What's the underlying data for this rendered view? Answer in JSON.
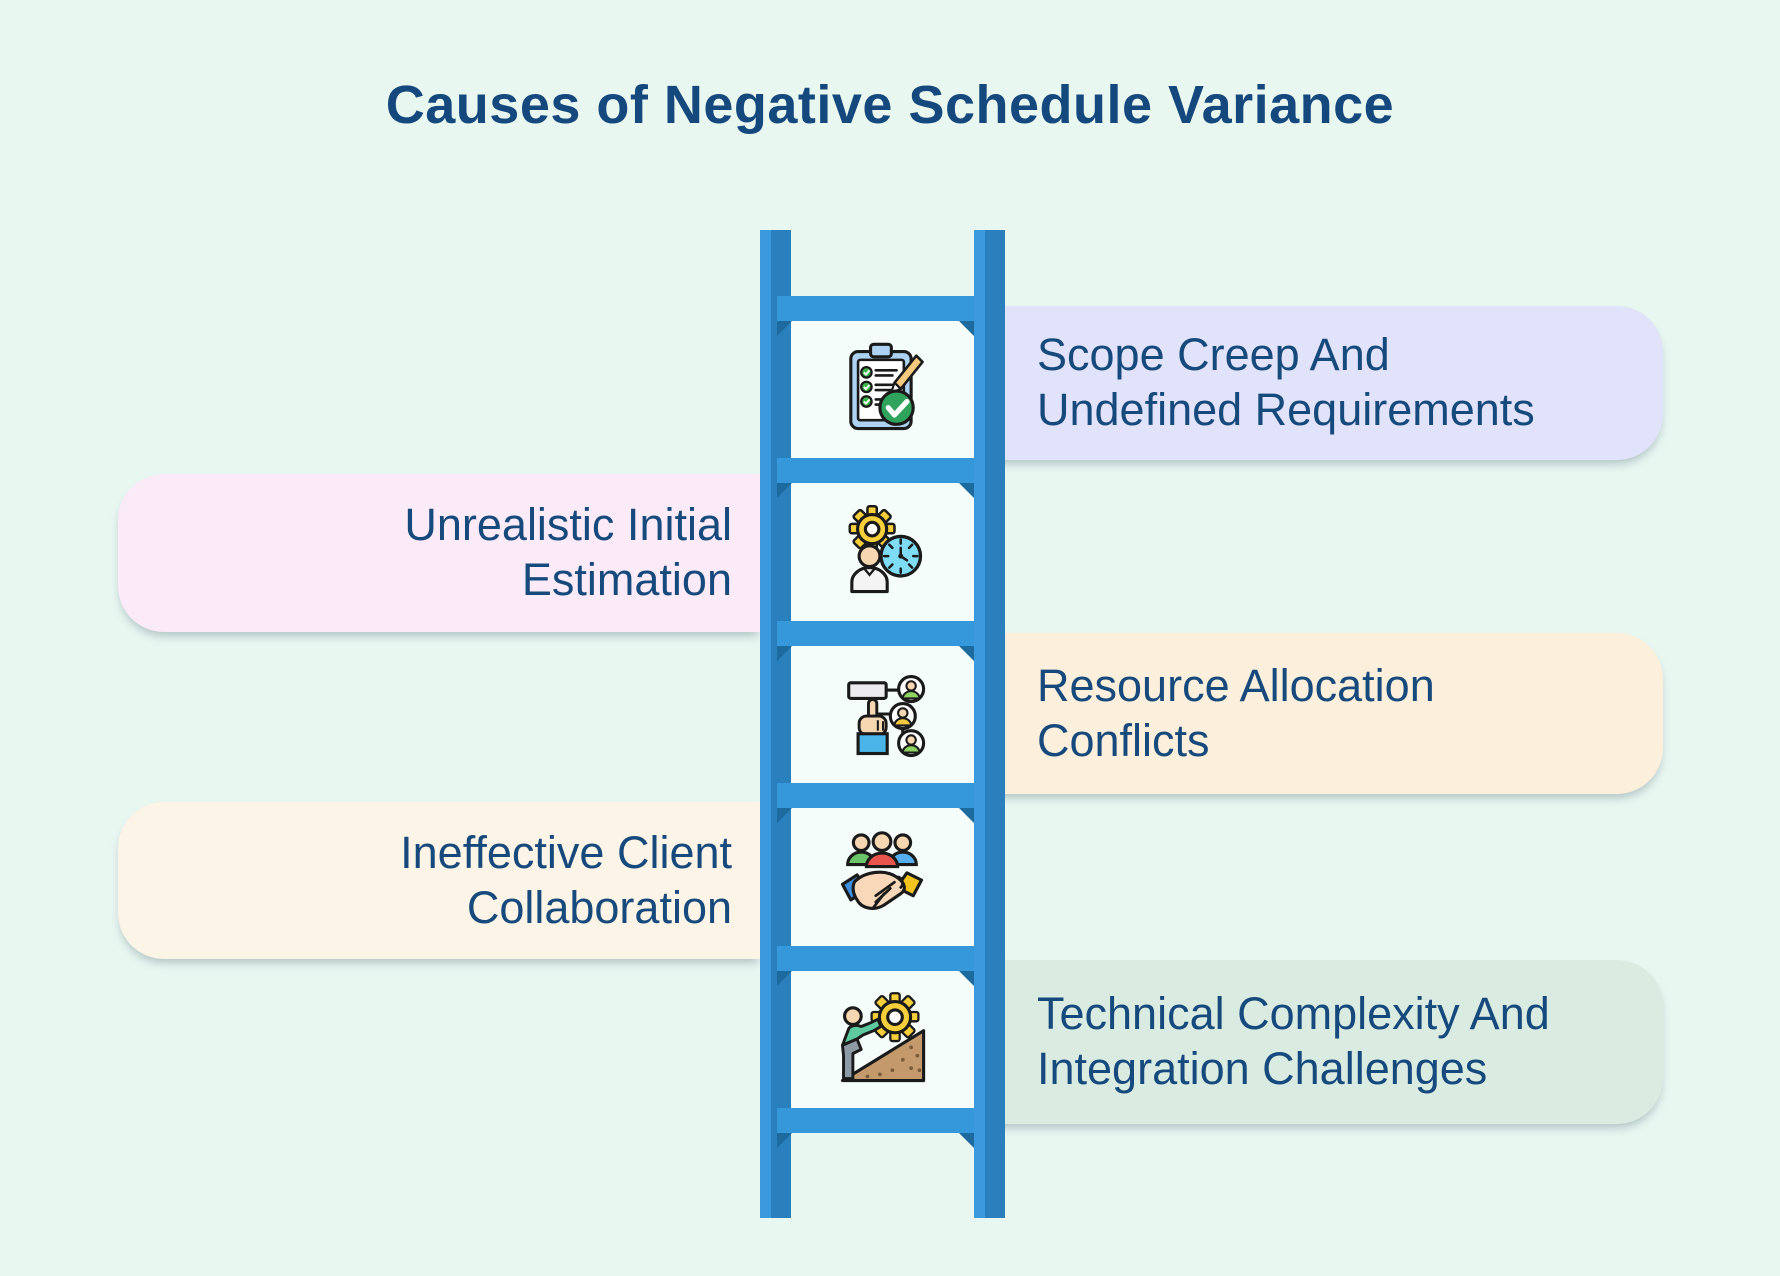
{
  "title": "Causes of Negative Schedule Variance",
  "colors": {
    "page_background": "#e9f7f1",
    "ladder_blue": "#3498db",
    "ladder_blue_dark": "#2a7fbd",
    "ladder_rung_shadow": "#1d6a9f",
    "ladder_cell_background": "#f4fdf9",
    "text": "#174a7c"
  },
  "cards": [
    {
      "line1": "Scope Creep And",
      "line2": "Undefined Requirements",
      "side": "right",
      "bg": "#e1e3fa",
      "icon": "checklist-clipboard-icon"
    },
    {
      "line1": "Unrealistic Initial",
      "line2": "Estimation",
      "side": "left",
      "bg": "#fbeaf8",
      "icon": "person-gear-clock-icon"
    },
    {
      "line1": "Resource Allocation",
      "line2": "Conflicts",
      "side": "right",
      "bg": "#fcefdc",
      "icon": "resource-allocation-hand-icon"
    },
    {
      "line1": "Ineffective Client",
      "line2": "Collaboration",
      "side": "left",
      "bg": "#fcf4e6",
      "icon": "handshake-people-icon"
    },
    {
      "line1": "Technical Complexity And",
      "line2": "Integration Challenges",
      "side": "right",
      "bg": "#daebe2",
      "icon": "gear-uphill-icon"
    }
  ]
}
